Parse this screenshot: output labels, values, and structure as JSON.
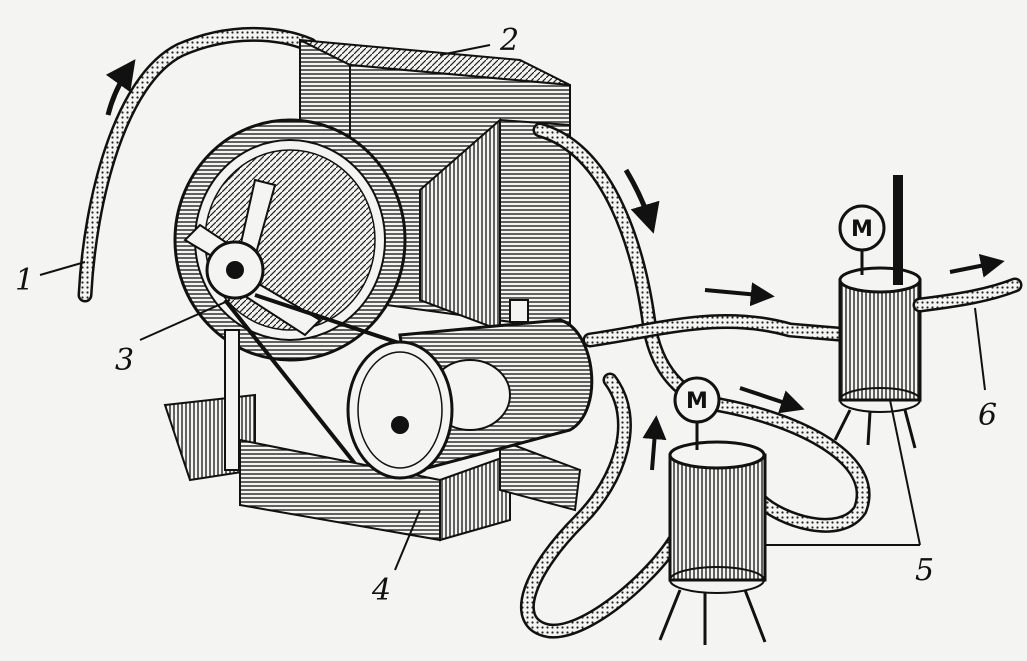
{
  "diagram": {
    "labels": {
      "intake_hose": "1",
      "radiator": "2",
      "fan": "3",
      "motor": "4",
      "tanks": "5",
      "outlet_hose": "6"
    },
    "gauge_symbol": "M",
    "colors": {
      "ink": "#111111",
      "paper": "#f4f4f2",
      "hatch": "#222222"
    }
  }
}
